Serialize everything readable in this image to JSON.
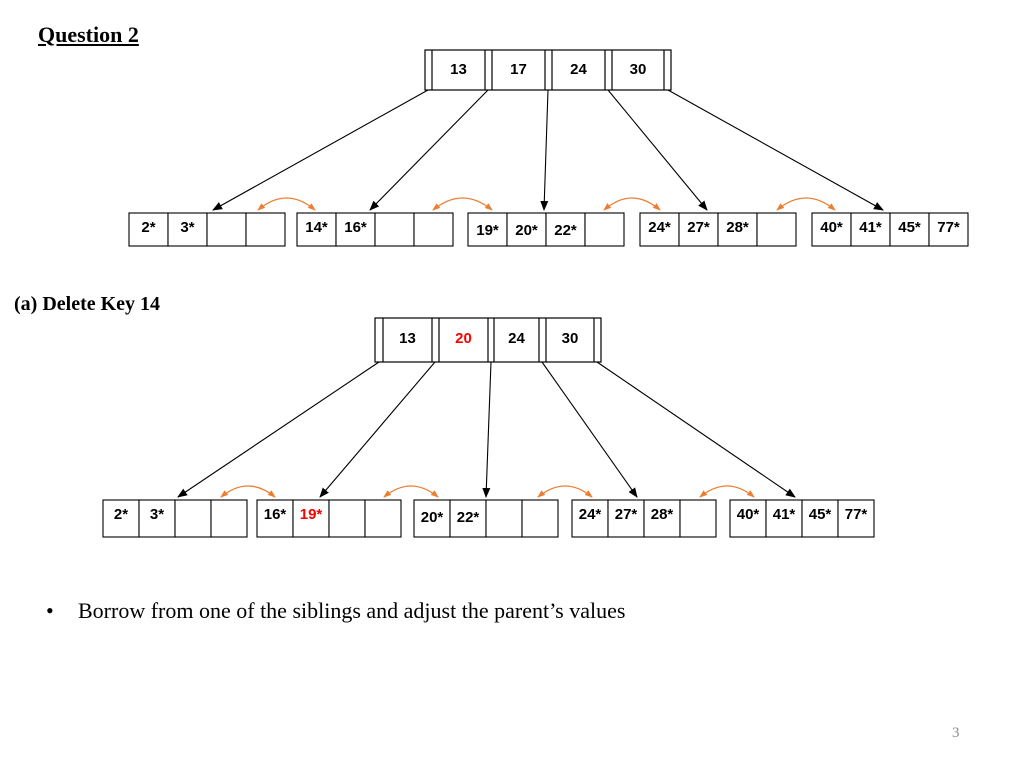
{
  "slide": {
    "title": "Question 2",
    "section_a": "(a) Delete Key 14",
    "bullet": "Borrow from one of the siblings and adjust the parent’s values",
    "page_number": "3"
  },
  "colors": {
    "highlight": "#ff0000",
    "sibling_arrow": "#ed7d31",
    "line": "#000000",
    "page_number": "#8c8c8c"
  },
  "before": {
    "root": [
      {
        "text": "13"
      },
      {
        "text": "17"
      },
      {
        "text": "24"
      },
      {
        "text": "30"
      }
    ],
    "leaves": [
      [
        {
          "text": "2*"
        },
        {
          "text": "3*"
        },
        {
          "text": ""
        },
        {
          "text": ""
        }
      ],
      [
        {
          "text": "14*"
        },
        {
          "text": "16*"
        },
        {
          "text": ""
        },
        {
          "text": ""
        }
      ],
      [
        {
          "text": "19*"
        },
        {
          "text": "20*"
        },
        {
          "text": "22*"
        },
        {
          "text": ""
        }
      ],
      [
        {
          "text": "24*"
        },
        {
          "text": "27*"
        },
        {
          "text": "28*"
        },
        {
          "text": ""
        }
      ],
      [
        {
          "text": "40*"
        },
        {
          "text": "41*"
        },
        {
          "text": "45*"
        },
        {
          "text": "77*"
        }
      ]
    ]
  },
  "after": {
    "root": [
      {
        "text": "13"
      },
      {
        "text": "20",
        "highlight": true
      },
      {
        "text": "24"
      },
      {
        "text": "30"
      }
    ],
    "leaves": [
      [
        {
          "text": "2*"
        },
        {
          "text": "3*"
        },
        {
          "text": ""
        },
        {
          "text": ""
        }
      ],
      [
        {
          "text": "16*"
        },
        {
          "text": "19*",
          "highlight": true
        },
        {
          "text": ""
        },
        {
          "text": ""
        }
      ],
      [
        {
          "text": "20*"
        },
        {
          "text": "22*"
        },
        {
          "text": ""
        },
        {
          "text": ""
        }
      ],
      [
        {
          "text": "24*"
        },
        {
          "text": "27*"
        },
        {
          "text": "28*"
        },
        {
          "text": ""
        }
      ],
      [
        {
          "text": "40*"
        },
        {
          "text": "41*"
        },
        {
          "text": "45*"
        },
        {
          "text": "77*"
        }
      ]
    ]
  }
}
